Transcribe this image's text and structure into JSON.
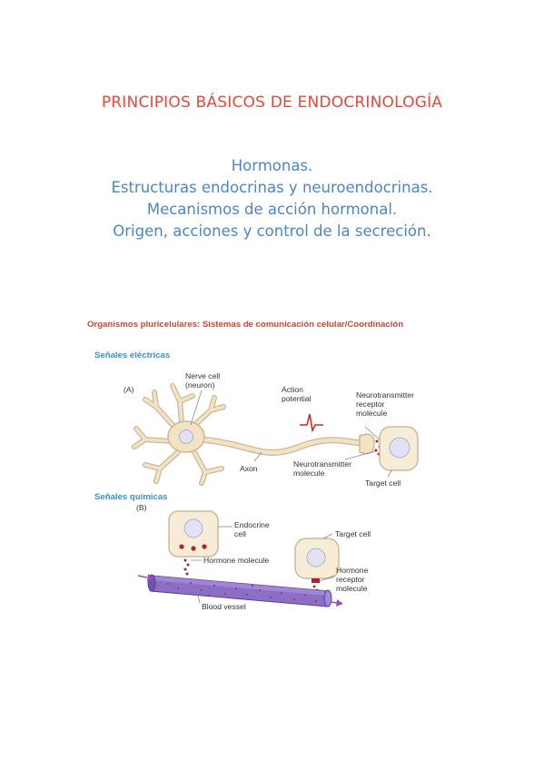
{
  "colors": {
    "title": "#e8483a",
    "subtitle": "#4a86c8",
    "figure_heading": "#d04530",
    "section_heading": "#3a8fd0",
    "cell_fill": "#f7ecd6",
    "nucleus": "#e2e2f4",
    "vessel": "#8b6fc6",
    "granules": "#b02030",
    "arrow": "#9a4fc0"
  },
  "document": {
    "title": "PRINCIPIOS BÁSICOS DE ENDOCRINOLOGÍA",
    "subtitles": [
      "Hormonas.",
      "Estructuras endocrinas y neuroendocrinas.",
      "Mecanismos de acción hormonal.",
      "Origen, acciones y control de la secreción."
    ]
  },
  "figure": {
    "heading": "Organismos pluricelulares: Sistemas de comunicación celular/Coordinación",
    "electrical": {
      "heading": "Señales eléctricas",
      "panel": "(A)",
      "nerve_cell": [
        "Nerve cell",
        "(neuron)"
      ],
      "action_potential": [
        "Action",
        "potential"
      ],
      "receptor": [
        "Neurotransmitter",
        "receptor",
        "molecule"
      ],
      "axon": "Axon",
      "neurotransmitter": [
        "Neurotransmitter",
        "molecule"
      ],
      "target_cell": "Target cell"
    },
    "chemical": {
      "heading": "Señales químicas",
      "panel": "(B)",
      "endocrine_cell": [
        "Endocrine",
        "cell"
      ],
      "target_cell": "Target cell",
      "hormone_molecule": "Hormone molecule",
      "hormone_receptor": [
        "Hormone",
        "receptor",
        "molecule"
      ],
      "blood_vessel": "Blood vessel"
    }
  }
}
